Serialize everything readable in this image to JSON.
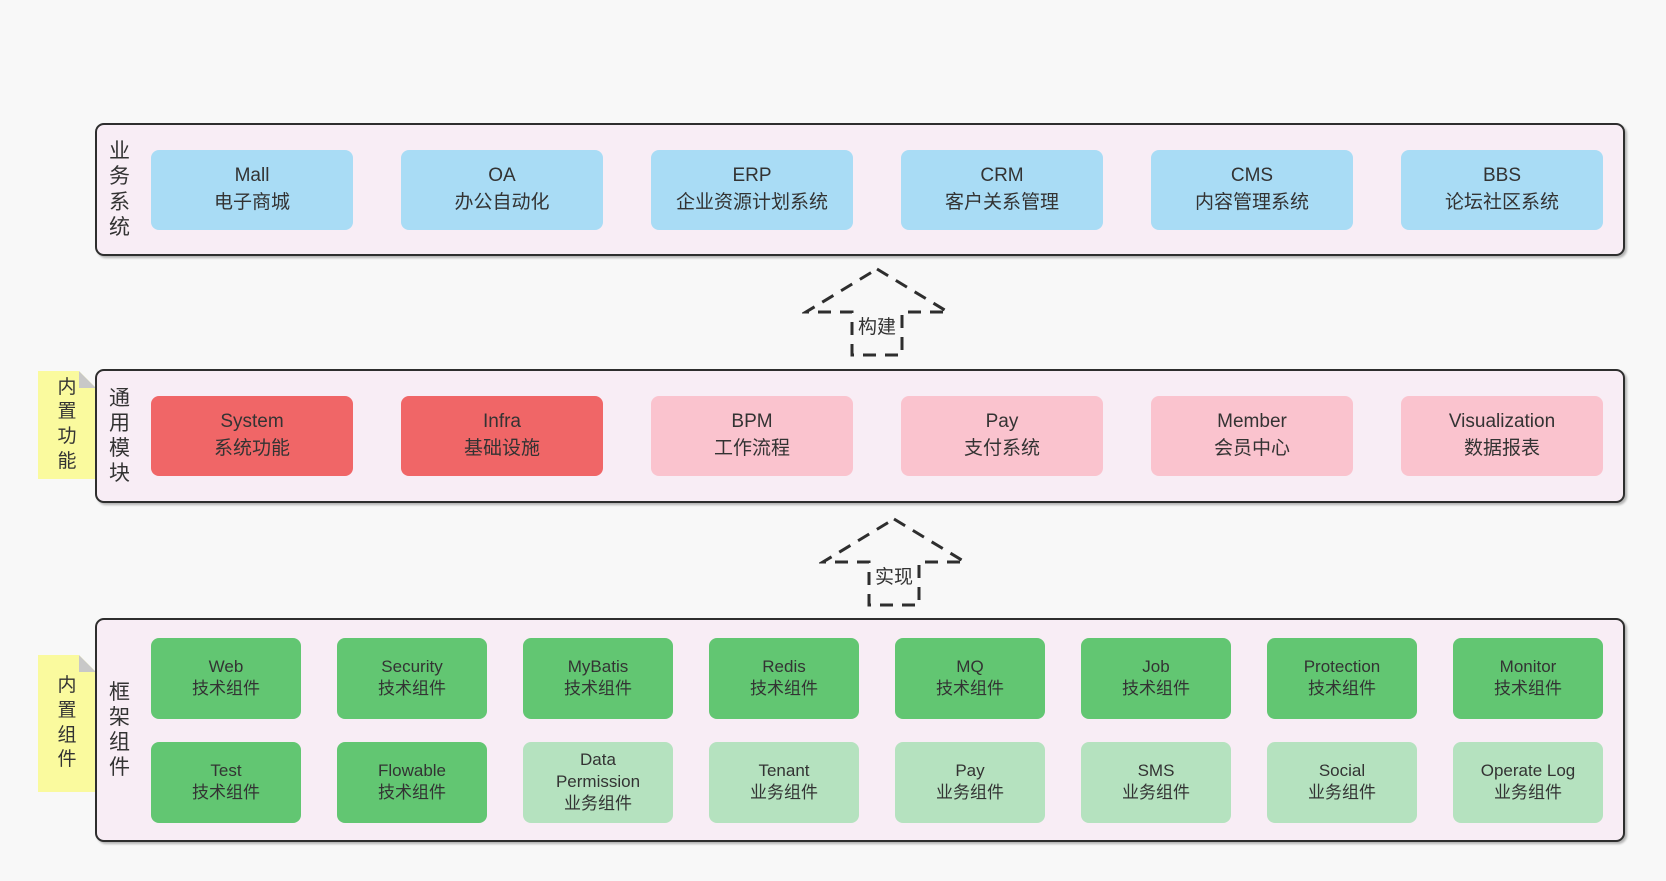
{
  "palette": {
    "page_bg": "#f8f8f8",
    "band_bg": "#f8edf5",
    "border": "#2e2e2e",
    "blue": "#a9dcf5",
    "red": "#f06667",
    "pink": "#fac3ce",
    "green": "#62c672",
    "light_green": "#b5e2bf",
    "yellow": "#fafa9e",
    "fold_gray": "#c8c8c8",
    "text": "#333333"
  },
  "bands": [
    {
      "label": "业务系统",
      "boxes": [
        {
          "name": "Mall",
          "desc": "电子商城"
        },
        {
          "name": "OA",
          "desc": "办公自动化"
        },
        {
          "name": "ERP",
          "desc": "企业资源计划系统"
        },
        {
          "name": "CRM",
          "desc": "客户关系管理"
        },
        {
          "name": "CMS",
          "desc": "内容管理系统"
        },
        {
          "name": "BBS",
          "desc": "论坛社区系统"
        }
      ]
    },
    {
      "label": "通用模块",
      "tab": "内置功能",
      "boxes": [
        {
          "name": "System",
          "desc": "系统功能"
        },
        {
          "name": "Infra",
          "desc": "基础设施"
        },
        {
          "name": "BPM",
          "desc": "工作流程"
        },
        {
          "name": "Pay",
          "desc": "支付系统"
        },
        {
          "name": "Member",
          "desc": "会员中心"
        },
        {
          "name": "Visualization",
          "desc": "数据报表"
        }
      ]
    },
    {
      "label": "框架组件",
      "tab": "内置组件",
      "rows": [
        [
          {
            "name": "Web",
            "desc": "技术组件"
          },
          {
            "name": "Security",
            "desc": "技术组件"
          },
          {
            "name": "MyBatis",
            "desc": "技术组件"
          },
          {
            "name": "Redis",
            "desc": "技术组件"
          },
          {
            "name": "MQ",
            "desc": "技术组件"
          },
          {
            "name": "Job",
            "desc": "技术组件"
          },
          {
            "name": "Protection",
            "desc": "技术组件"
          },
          {
            "name": "Monitor",
            "desc": "技术组件"
          }
        ],
        [
          {
            "name": "Test",
            "desc": "技术组件"
          },
          {
            "name": "Flowable",
            "desc": "技术组件"
          },
          {
            "name": "Data Permission",
            "desc": "业务组件"
          },
          {
            "name": "Tenant",
            "desc": "业务组件"
          },
          {
            "name": "Pay",
            "desc": "业务组件"
          },
          {
            "name": "SMS",
            "desc": "业务组件"
          },
          {
            "name": "Social",
            "desc": "业务组件"
          },
          {
            "name": "Operate Log",
            "desc": "业务组件"
          }
        ]
      ]
    }
  ],
  "arrows": [
    {
      "label": "构建"
    },
    {
      "label": "实现"
    }
  ]
}
